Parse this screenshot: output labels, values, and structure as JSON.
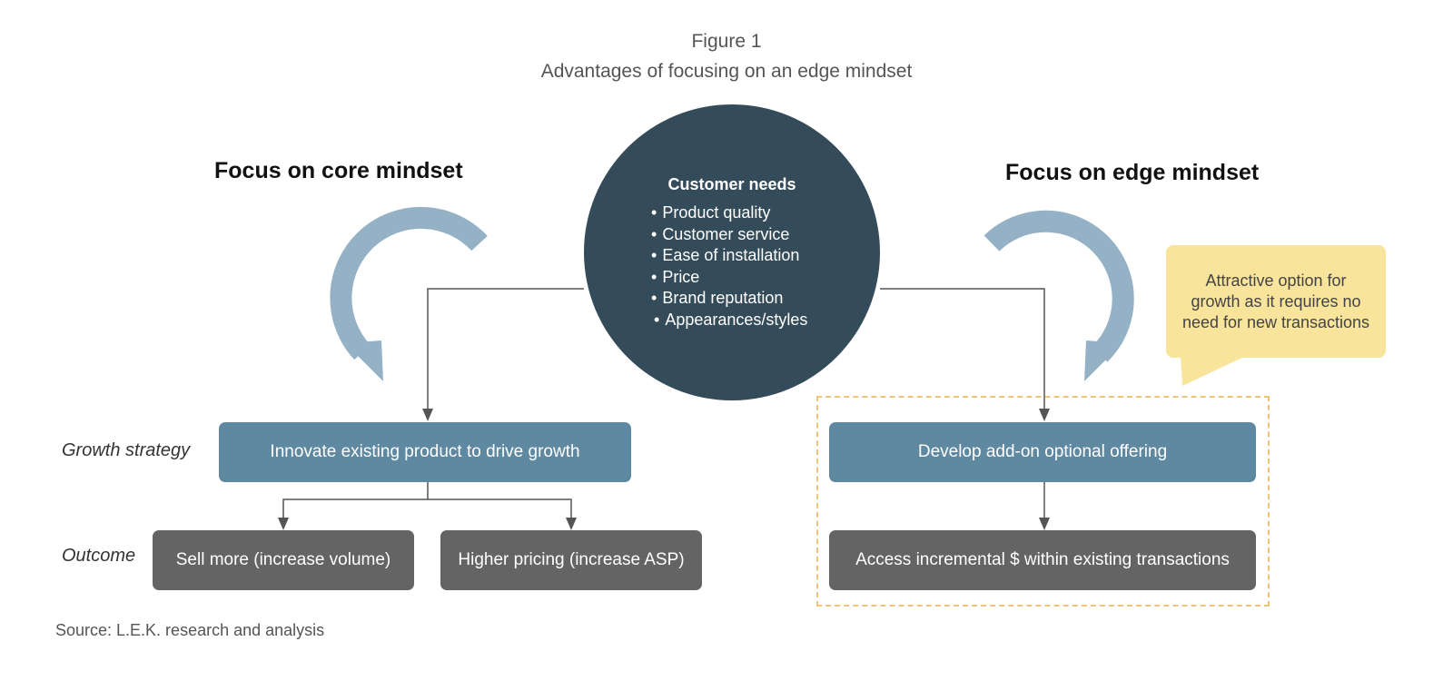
{
  "figure": {
    "number": "Figure 1",
    "title": "Advantages of focusing on an edge mindset"
  },
  "core": {
    "heading": "Focus on core mindset",
    "strategy": "Innovate existing product to drive growth",
    "outcomes": [
      "Sell more (increase volume)",
      "Higher pricing (increase ASP)"
    ]
  },
  "edge": {
    "heading": "Focus on edge mindset",
    "strategy": "Develop add-on optional offering",
    "outcome": "Access incremental $ within existing transactions",
    "callout": "Attractive option for growth as it requires no need for new transactions"
  },
  "customer_needs": {
    "title": "Customer needs",
    "items": [
      "Product quality",
      "Customer service",
      "Ease of installation",
      "Price",
      "Brand reputation",
      "Appearances/styles"
    ]
  },
  "row_labels": {
    "growth": "Growth strategy",
    "outcome": "Outcome"
  },
  "source": "Source: L.E.K. research and analysis",
  "colors": {
    "circle": "#344b5a",
    "strategy_box": "#5f88a1",
    "outcome_box": "#646464",
    "curved_arrow": "#94b1c6",
    "callout": "#f8e49b",
    "dashed_border": "#f3c27a",
    "connector": "#555555"
  },
  "icons": [
    "curved-arrow-icon",
    "arrowhead-icon"
  ]
}
